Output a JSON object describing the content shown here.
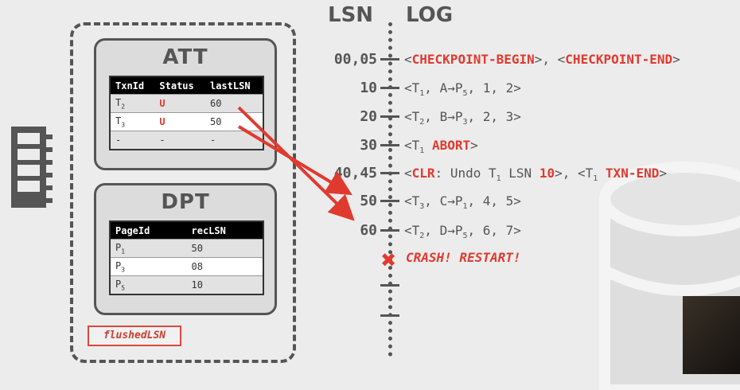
{
  "att": {
    "title": "ATT",
    "headers": [
      "TxnId",
      "Status",
      "lastLSN"
    ],
    "rows": [
      {
        "txn": "T",
        "txn_sub": "2",
        "status": "U",
        "last_lsn": "60"
      },
      {
        "txn": "T",
        "txn_sub": "3",
        "status": "U",
        "last_lsn": "50"
      },
      {
        "txn": "-",
        "txn_sub": "",
        "status": "-",
        "last_lsn": "-"
      }
    ]
  },
  "dpt": {
    "title": "DPT",
    "headers": [
      "PageId",
      "recLSN"
    ],
    "rows": [
      {
        "page": "P",
        "page_sub": "1",
        "rec_lsn": "50"
      },
      {
        "page": "P",
        "page_sub": "3",
        "rec_lsn": "08"
      },
      {
        "page": "P",
        "page_sub": "5",
        "rec_lsn": "10"
      }
    ]
  },
  "flushed_label": "flushedLSN",
  "log": {
    "lsn_header": "LSN",
    "log_header": "LOG",
    "entries": [
      {
        "lsn": "00,05"
      },
      {
        "lsn": "10"
      },
      {
        "lsn": "20"
      },
      {
        "lsn": "30"
      },
      {
        "lsn": "40,45"
      },
      {
        "lsn": "50"
      },
      {
        "lsn": "60"
      }
    ],
    "e0": {
      "lt": "<",
      "checkpoint_begin": "CHECKPOINT-BEGIN",
      "mid": ">, <",
      "checkpoint_end": "CHECKPOINT-END",
      "gt": ">"
    },
    "e1": {
      "pre": "<T",
      "t_sub": "1",
      "mid": ", A→P",
      "p_sub": "5",
      "post": ", 1, 2>"
    },
    "e2": {
      "pre": "<T",
      "t_sub": "2",
      "mid": ", B→P",
      "p_sub": "3",
      "post": ", 2, 3>"
    },
    "e3": {
      "pre": "<T",
      "t_sub": "1",
      "sp": " ",
      "abort": "ABORT",
      "post": ">"
    },
    "e4": {
      "lt": "<",
      "clr": "CLR",
      "mid": ": Undo T",
      "t_sub": "1",
      "lsn_word": " LSN ",
      "lsn_val": "10",
      "sep": ">, <T",
      "t2_sub": "1",
      "sp": " ",
      "txn_end": "TXN-END",
      "gt": ">"
    },
    "e5": {
      "pre": "<T",
      "t_sub": "3",
      "mid": ", C→P",
      "p_sub": "1",
      "post": ", 4, 5>"
    },
    "e6": {
      "pre": "<T",
      "t_sub": "2",
      "mid": ", D→P",
      "p_sub": "5",
      "post": ", 6, 7>"
    },
    "crash_icon": "x-mark-icon",
    "crash_text": "CRASH! RESTART!"
  },
  "colors": {
    "accent_red": "#e03a2f",
    "text_gray": "#555555"
  }
}
